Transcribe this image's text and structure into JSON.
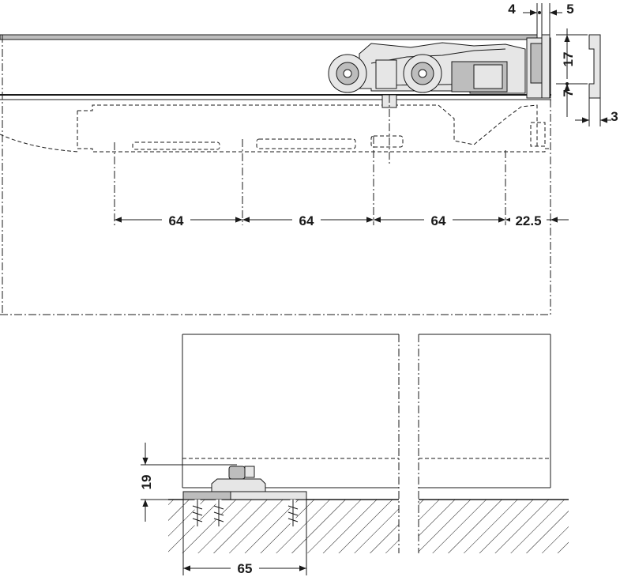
{
  "dimensions": {
    "offset_left": "4",
    "offset_right": "5",
    "height_upper": "17",
    "height_lower": "7",
    "thickness": "3",
    "spacing_1": "64",
    "spacing_2": "64",
    "spacing_3": "64",
    "end_offset": "22.5",
    "floor_guide_height": "19",
    "floor_guide_width": "65"
  },
  "colors": {
    "line": "#1a1a1a",
    "part_fill": "#e6e6e6",
    "part_shadow": "#bdbdbd",
    "background": "#ffffff"
  }
}
